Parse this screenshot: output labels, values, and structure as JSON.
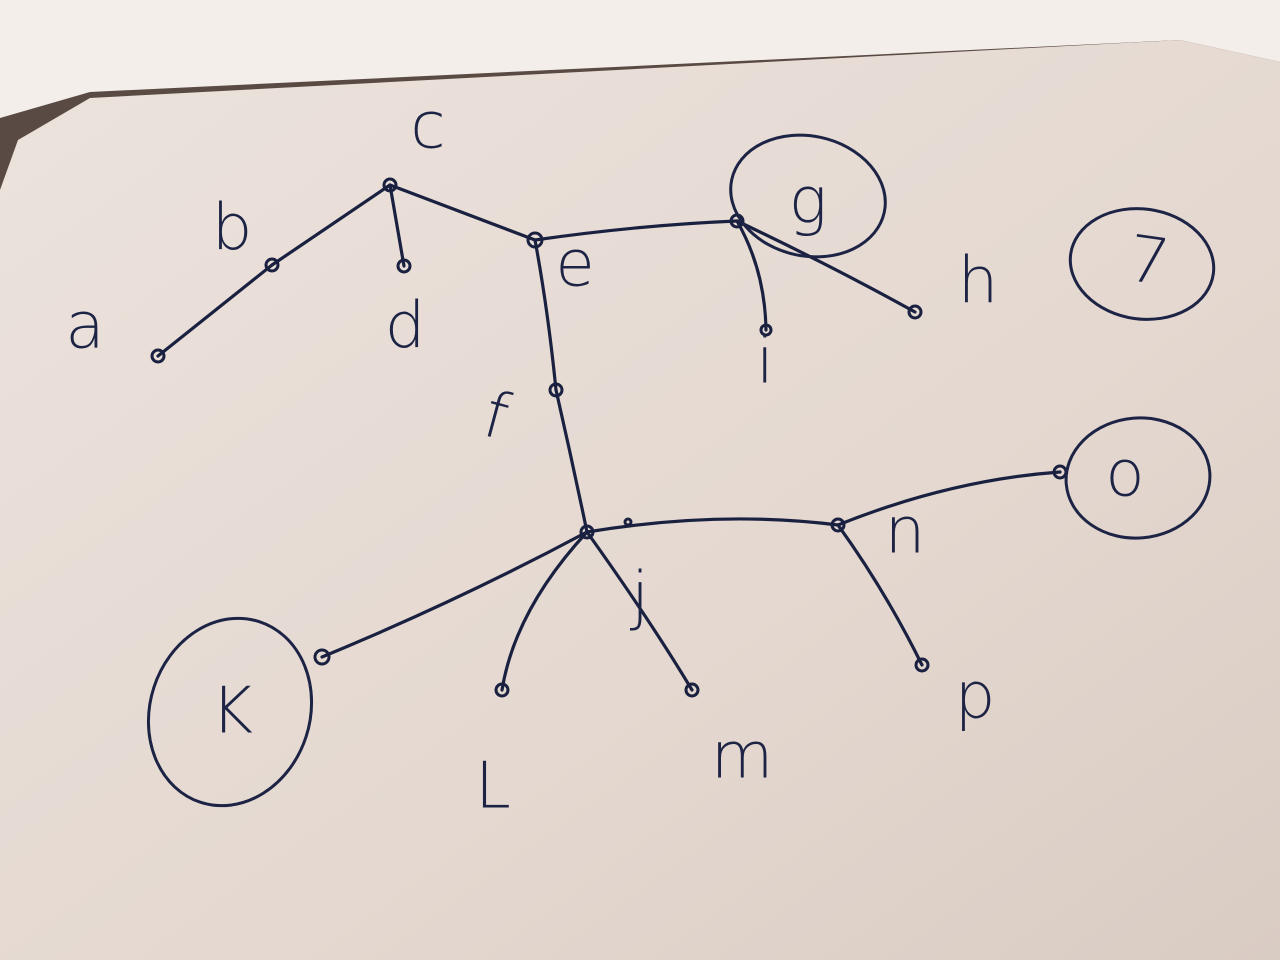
{
  "colors": {
    "ink": "#1c2344",
    "paper": "#e7ddd6",
    "background": "#5a4a44"
  },
  "nodes": {
    "a": {
      "label": "a"
    },
    "b": {
      "label": "b"
    },
    "c": {
      "label": "c"
    },
    "d": {
      "label": "d"
    },
    "e": {
      "label": "e"
    },
    "f": {
      "label": "f"
    },
    "g": {
      "label": "g",
      "circled": true
    },
    "h": {
      "label": "h"
    },
    "i": {
      "label": "i"
    },
    "j": {
      "label": "j"
    },
    "k": {
      "label": "K",
      "circled": true
    },
    "l": {
      "label": "L"
    },
    "m": {
      "label": "m"
    },
    "n": {
      "label": "n"
    },
    "o": {
      "label": "o",
      "circled": true
    },
    "p": {
      "label": "p"
    }
  },
  "extra": {
    "label": "7",
    "circled": true
  },
  "edges": [
    [
      "a",
      "b"
    ],
    [
      "b",
      "c"
    ],
    [
      "c",
      "d"
    ],
    [
      "c",
      "e"
    ],
    [
      "e",
      "g"
    ],
    [
      "g",
      "h"
    ],
    [
      "g",
      "i"
    ],
    [
      "e",
      "f"
    ],
    [
      "f",
      "j"
    ],
    [
      "j",
      "k"
    ],
    [
      "j",
      "l"
    ],
    [
      "j",
      "m"
    ],
    [
      "j",
      "n"
    ],
    [
      "n",
      "o"
    ],
    [
      "n",
      "p"
    ]
  ]
}
